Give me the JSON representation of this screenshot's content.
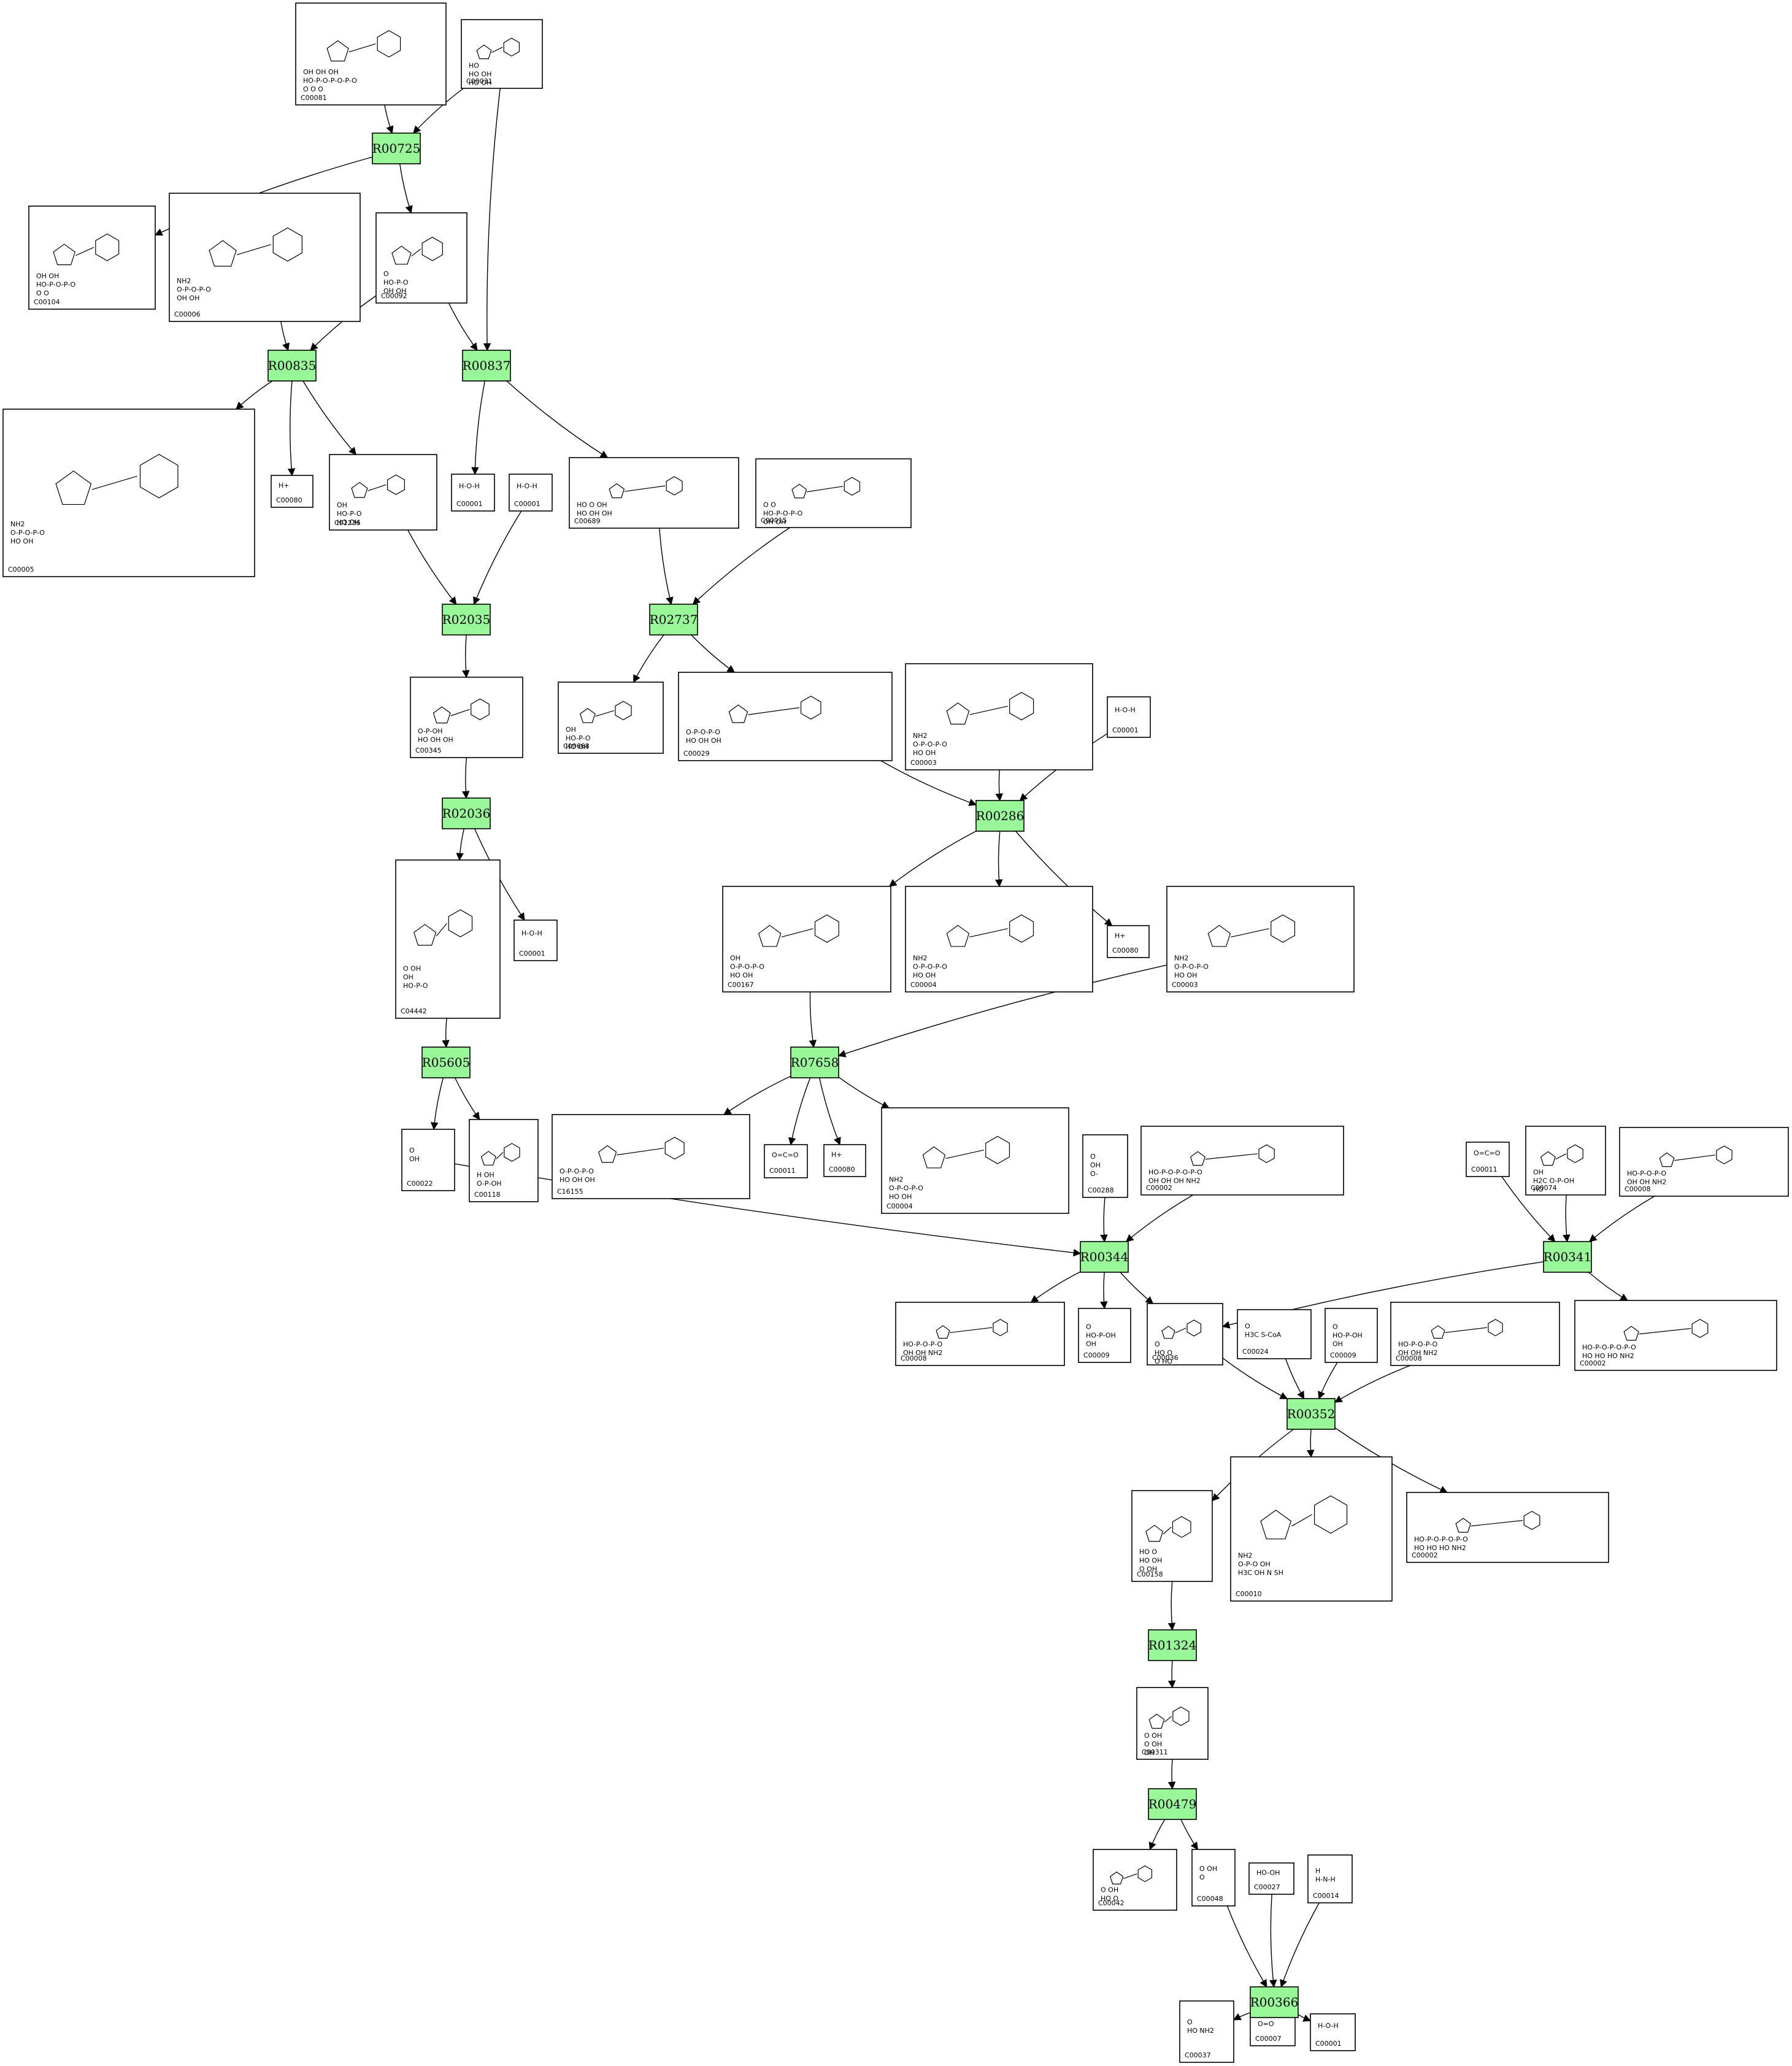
{
  "reactions": [
    {
      "id": "R00725",
      "label": "R00725"
    },
    {
      "id": "R00835",
      "label": "R00835"
    },
    {
      "id": "R00837",
      "label": "R00837"
    },
    {
      "id": "R02035",
      "label": "R02035"
    },
    {
      "id": "R02737",
      "label": "R02737"
    },
    {
      "id": "R02036",
      "label": "R02036"
    },
    {
      "id": "R00286",
      "label": "R00286"
    },
    {
      "id": "R05605",
      "label": "R05605"
    },
    {
      "id": "R07658",
      "label": "R07658"
    },
    {
      "id": "R00344",
      "label": "R00344"
    },
    {
      "id": "R00341",
      "label": "R00341"
    },
    {
      "id": "R00352",
      "label": "R00352"
    },
    {
      "id": "R01324",
      "label": "R01324"
    },
    {
      "id": "R00479",
      "label": "R00479"
    },
    {
      "id": "R00366",
      "label": "R00366"
    }
  ],
  "compounds": [
    {
      "id": "c00081",
      "label": "C00081",
      "structure": [
        "OH  OH  OH",
        "HO-P-O-P-O-P-O",
        "O   O   O"
      ]
    },
    {
      "id": "c00031",
      "label": "C00031",
      "structure": [
        "HO",
        "HO  OH",
        "HO  OH"
      ]
    },
    {
      "id": "c00104",
      "label": "C00104",
      "structure": [
        "OH  OH",
        "HO-P-O-P-O",
        "O   O"
      ]
    },
    {
      "id": "c00006",
      "label": "C00006",
      "structure": [
        "NH2",
        "O-P-O-P-O",
        "OH  OH"
      ]
    },
    {
      "id": "c00092",
      "label": "C00092",
      "structure": [
        "O",
        "HO-P-O",
        "OH  OH"
      ]
    },
    {
      "id": "c00005",
      "label": "C00005",
      "structure": [
        "NH2",
        "O-P-O-P-O",
        "HO  OH"
      ]
    },
    {
      "id": "c00080",
      "label": "C00080",
      "structure": [
        "H+"
      ]
    },
    {
      "id": "c01236",
      "label": "C01236",
      "structure": [
        "OH",
        "HO-P-O",
        "HO  OH"
      ]
    },
    {
      "id": "c00001a",
      "label": "C00001",
      "structure": [
        "H-O-H"
      ]
    },
    {
      "id": "c00001b",
      "label": "C00001",
      "structure": [
        "H-O-H"
      ]
    },
    {
      "id": "c00689",
      "label": "C00689",
      "structure": [
        "HO  O  OH",
        "HO  OH  OH"
      ]
    },
    {
      "id": "c00015",
      "label": "C00015",
      "structure": [
        "O  O",
        "HO-P-O-P-O",
        "OH  OH"
      ]
    },
    {
      "id": "c00345",
      "label": "C00345",
      "structure": [
        "O-P-OH",
        "HO  OH  OH"
      ]
    },
    {
      "id": "c00668",
      "label": "C00668",
      "structure": [
        "OH",
        "HO-P-O",
        "HO  OH"
      ]
    },
    {
      "id": "c00029",
      "label": "C00029",
      "structure": [
        "O-P-O-P-O",
        "HO  OH  OH"
      ]
    },
    {
      "id": "c00003a",
      "label": "C00003",
      "structure": [
        "NH2",
        "O-P-O-P-O",
        "HO  OH"
      ]
    },
    {
      "id": "c00001c",
      "label": "C00001",
      "structure": [
        "H-O-H"
      ]
    },
    {
      "id": "c04442",
      "label": "C04442",
      "structure": [
        "O  OH",
        "OH",
        "HO-P-O"
      ]
    },
    {
      "id": "c00001d",
      "label": "C00001",
      "structure": [
        "H-O-H"
      ]
    },
    {
      "id": "c00167",
      "label": "C00167",
      "structure": [
        "OH",
        "O-P-O-P-O",
        "HO  OH"
      ]
    },
    {
      "id": "c00004a",
      "label": "C00004",
      "structure": [
        "NH2",
        "O-P-O-P-O",
        "HO  OH"
      ]
    },
    {
      "id": "c00080b",
      "label": "C00080",
      "structure": [
        "H+"
      ]
    },
    {
      "id": "c00003b",
      "label": "C00003",
      "structure": [
        "NH2",
        "O-P-O-P-O",
        "HO  OH"
      ]
    },
    {
      "id": "c00022",
      "label": "C00022",
      "structure": [
        "O",
        "OH"
      ]
    },
    {
      "id": "c00118",
      "label": "C00118",
      "structure": [
        "H  OH",
        "O-P-OH"
      ]
    },
    {
      "id": "c16155",
      "label": "C16155",
      "structure": [
        "O-P-O-P-O",
        "HO  OH  OH"
      ]
    },
    {
      "id": "c00011a",
      "label": "C00011",
      "structure": [
        "O=C=O"
      ]
    },
    {
      "id": "c00080c",
      "label": "C00080",
      "structure": [
        "H+"
      ]
    },
    {
      "id": "c00004b",
      "label": "C00004",
      "structure": [
        "NH2",
        "O-P-O-P-O",
        "HO  OH"
      ]
    },
    {
      "id": "c00288",
      "label": "C00288",
      "structure": [
        "O",
        "OH",
        "O-"
      ]
    },
    {
      "id": "c00002a",
      "label": "C00002",
      "structure": [
        "HO-P-O-P-O-P-O",
        "OH  OH  OH  NH2"
      ]
    },
    {
      "id": "c00011b",
      "label": "C00011",
      "structure": [
        "O=C=O"
      ]
    },
    {
      "id": "c00074",
      "label": "C00074",
      "structure": [
        "OH",
        "H2C  O-P-OH",
        "HO"
      ]
    },
    {
      "id": "c00008a",
      "label": "C00008",
      "structure": [
        "HO-P-O-P-O",
        "OH  OH  NH2"
      ]
    },
    {
      "id": "c00008b",
      "label": "C00008",
      "structure": [
        "HO-P-O-P-O",
        "OH  OH  NH2"
      ]
    },
    {
      "id": "c00009a",
      "label": "C00009",
      "structure": [
        "O",
        "HO-P-OH",
        "OH"
      ]
    },
    {
      "id": "c00036",
      "label": "C00036",
      "structure": [
        "O",
        "HO  O",
        "O  HO"
      ]
    },
    {
      "id": "c00024",
      "label": "C00024",
      "structure": [
        "O",
        "H3C  S-CoA"
      ]
    },
    {
      "id": "c00009b",
      "label": "C00009",
      "structure": [
        "O",
        "HO-P-OH",
        "OH"
      ]
    },
    {
      "id": "c00008c",
      "label": "C00008",
      "structure": [
        "HO-P-O-P-O",
        "OH  OH  NH2"
      ]
    },
    {
      "id": "c00002b",
      "label": "C00002",
      "structure": [
        "HO-P-O-P-O-P-O",
        "HO  HO  HO  NH2"
      ]
    },
    {
      "id": "c00158",
      "label": "C00158",
      "structure": [
        "HO  O",
        "HO  OH",
        "O  OH"
      ]
    },
    {
      "id": "c00010",
      "label": "C00010",
      "structure": [
        "NH2",
        "O-P-O  OH",
        "H3C  OH  N  SH"
      ]
    },
    {
      "id": "c00002c",
      "label": "C00002",
      "structure": [
        "HO-P-O-P-O-P-O",
        "HO  HO  HO  NH2"
      ]
    },
    {
      "id": "c00311",
      "label": "C00311",
      "structure": [
        "O  OH",
        "O  OH",
        "OH"
      ]
    },
    {
      "id": "c00042",
      "label": "C00042",
      "structure": [
        "O  OH",
        "HO  O"
      ]
    },
    {
      "id": "c00048",
      "label": "C00048",
      "structure": [
        "O  OH",
        "O"
      ]
    },
    {
      "id": "c00027",
      "label": "C00027",
      "structure": [
        "HO-OH"
      ]
    },
    {
      "id": "c00014",
      "label": "C00014",
      "structure": [
        "H",
        "H-N-H"
      ]
    },
    {
      "id": "c00037",
      "label": "C00037",
      "structure": [
        "O",
        "HO  NH2"
      ]
    },
    {
      "id": "c00007",
      "label": "C00007",
      "structure": [
        "O=O"
      ]
    },
    {
      "id": "c00001e",
      "label": "C00001",
      "structure": [
        "H-O-H"
      ]
    }
  ]
}
